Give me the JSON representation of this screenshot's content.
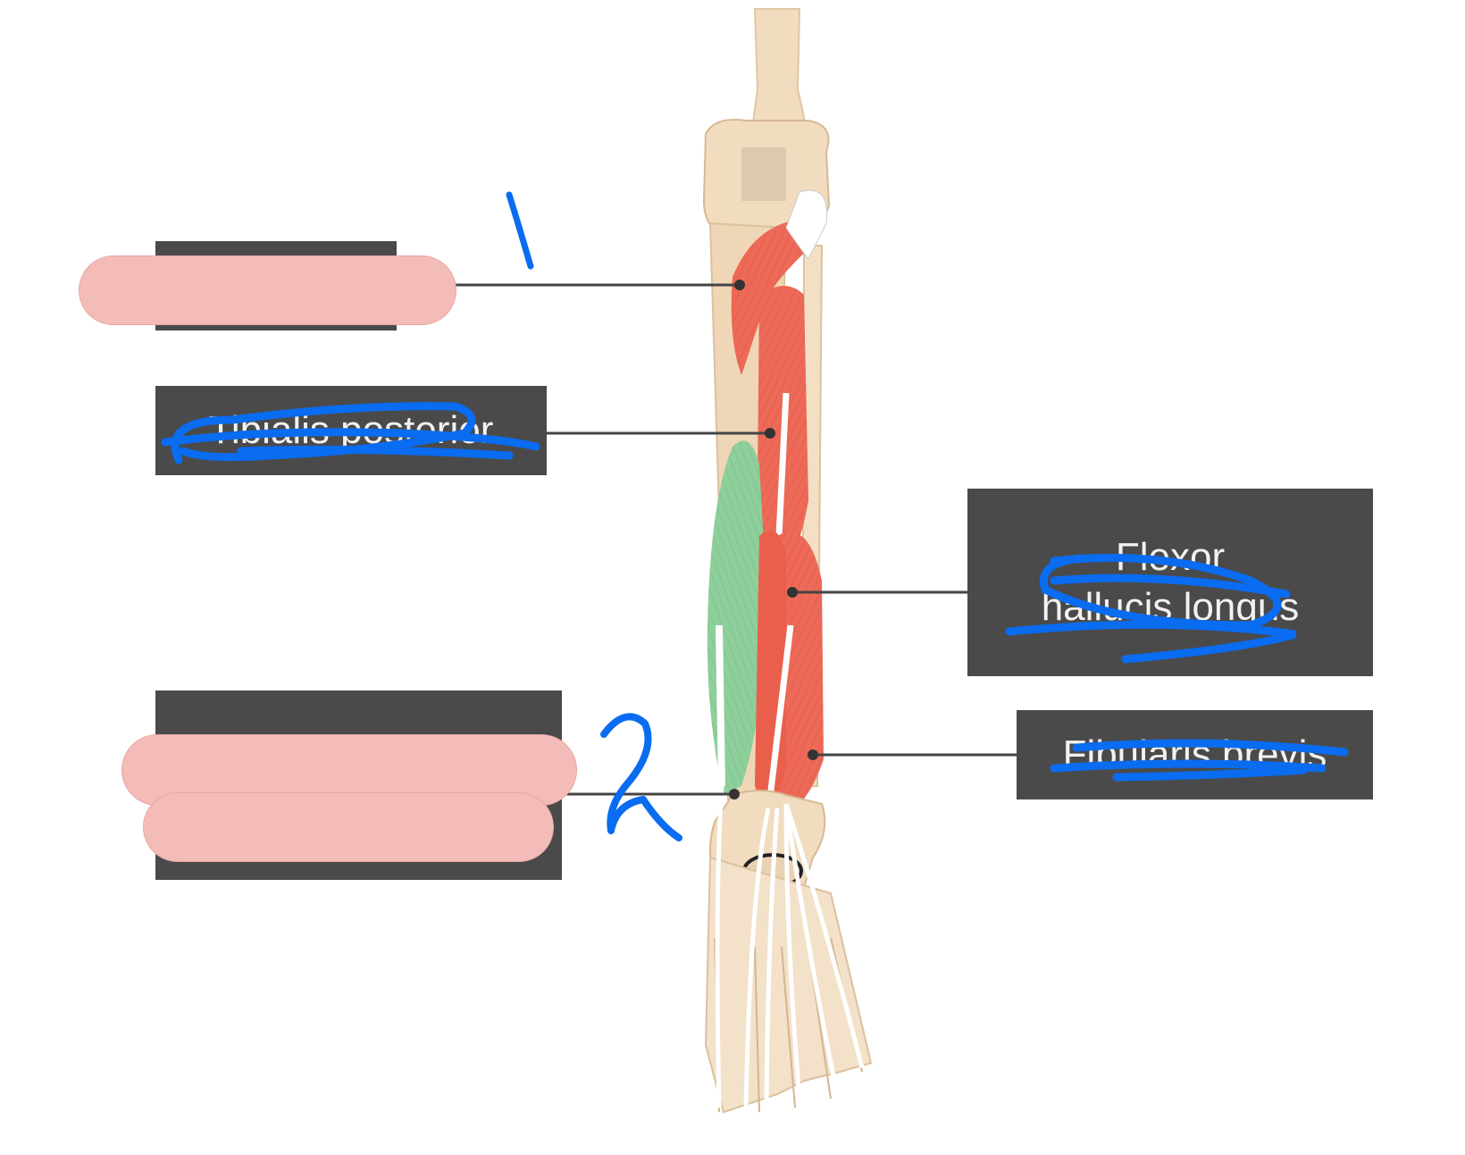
{
  "labels": {
    "box1_text": "",
    "tibialis_posterior": "Tibialis posterior",
    "flexor_line1": "Flexor",
    "flexor_line2": "hallucis longus",
    "fibularis_brevis": "Fibularis brevis",
    "box2_text": ""
  },
  "handwriting": {
    "number_1": "1",
    "number_2": "2"
  },
  "colors": {
    "label_box": "#4a4a4a",
    "label_text": "#f2f2f2",
    "pink_mask": "#f3bcb8",
    "ink": "#0a6cf0",
    "muscle_red": "#ec6a57",
    "muscle_green": "#8fcf9c",
    "bone": "#f1dcc0",
    "tendon": "#ffffff",
    "leader_line": "#444444"
  }
}
